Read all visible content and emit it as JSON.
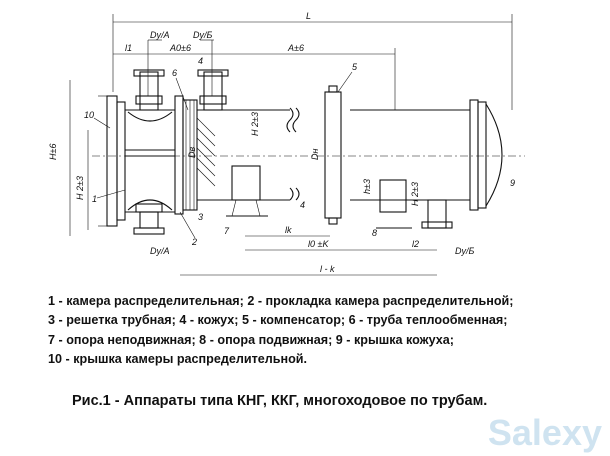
{
  "drawing": {
    "dims": {
      "L": "L",
      "l1": "l1",
      "DyA_top": "Dy/A",
      "DyB_top": "Dy/Б",
      "A0": "A0±6",
      "A": "A±6",
      "H": "H±6",
      "H2_left": "H 2±3",
      "H1_top": "H 2±3",
      "H1_right": "H 2±3",
      "Db": "Dв",
      "Dn": "Dн",
      "h3": "h±3",
      "lk": "lk",
      "l0": "l0 ±K",
      "l2": "l2",
      "lminus": "l - k",
      "DyA_bottom": "Dy/A",
      "DyB_bottom": "Dy/Б"
    },
    "callouts": [
      "1",
      "2",
      "3",
      "4",
      "5",
      "6",
      "7",
      "8",
      "9",
      "10"
    ]
  },
  "legend": [
    "1 - камера распределительная; 2 - прокладка камера распределительной;",
    "3 - решетка трубная; 4 - кожух; 5 - компенсатор; 6 - труба теплообменная;",
    "7 - опора неподвижная; 8 - опора подвижная; 9 - крышка кожуха;",
    "10 - крышка камеры распределительной."
  ],
  "caption": "Рис.1 - Аппараты типа КНГ, ККГ, многоходовое по трубам.",
  "watermark": "Salexy"
}
